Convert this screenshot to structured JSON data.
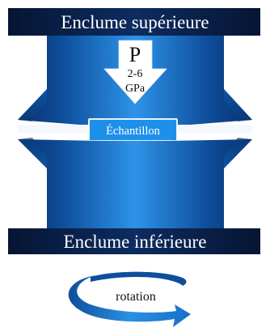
{
  "labels": {
    "upper_anvil": "Enclume supérieure",
    "lower_anvil": "Enclume inférieure",
    "pressure_symbol": "P",
    "pressure_range": "2-6",
    "pressure_unit": "GPa",
    "sample": "Échantillon",
    "rotation": "rotation"
  },
  "colors": {
    "band_dark": "#0a1e46",
    "anvil_light": "#2b8fe3",
    "anvil_mid": "#0f5fb6",
    "anvil_edge": "#0a3f7d",
    "sample_fill": "#1e90ea",
    "arrow_fill": "#ffffff",
    "rotation_arrow": "#1670c8"
  },
  "icons": {
    "pressure_arrow": "down-arrow-icon",
    "rotation_arrow": "circular-arrow-icon"
  }
}
